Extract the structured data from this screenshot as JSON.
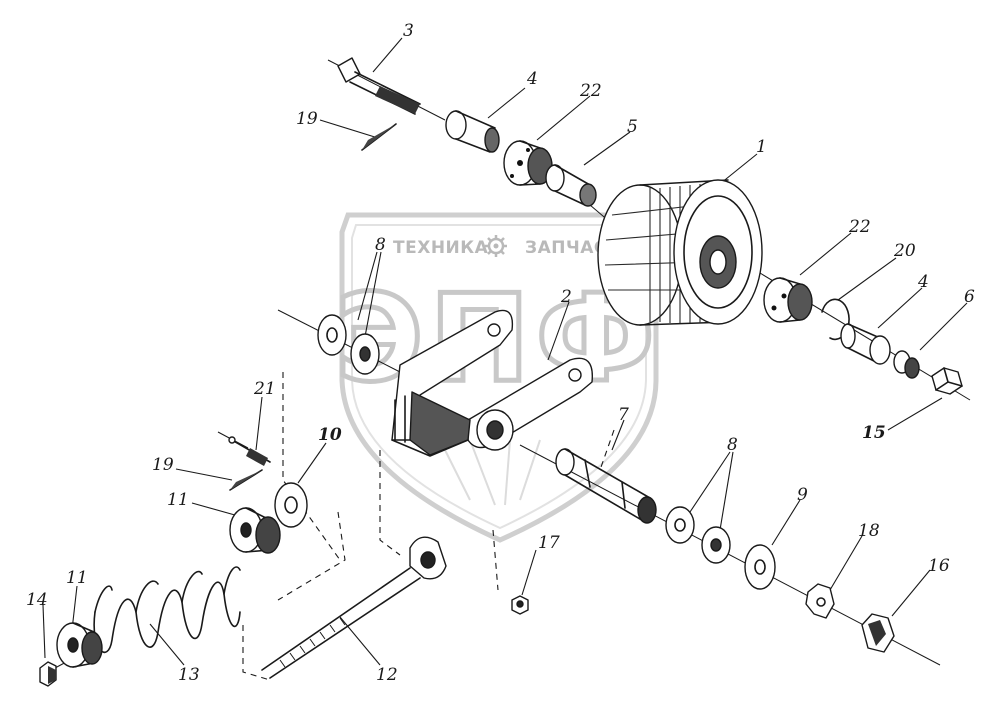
{
  "watermark": {
    "left_text": "ТЕХНИКА",
    "right_text": "ЗАПЧАСТИ",
    "logo_letters": "ЭПФ",
    "emblem": "gear-emblem"
  },
  "callouts": [
    {
      "id": "c3",
      "label": "3"
    },
    {
      "id": "c19a",
      "label": "19"
    },
    {
      "id": "c4a",
      "label": "4"
    },
    {
      "id": "c22a",
      "label": "22"
    },
    {
      "id": "c5",
      "label": "5"
    },
    {
      "id": "c1",
      "label": "1"
    },
    {
      "id": "c22b",
      "label": "22"
    },
    {
      "id": "c20",
      "label": "20"
    },
    {
      "id": "c4b",
      "label": "4"
    },
    {
      "id": "c6",
      "label": "6"
    },
    {
      "id": "c15",
      "label": "15"
    },
    {
      "id": "c8a",
      "label": "8"
    },
    {
      "id": "c2",
      "label": "2"
    },
    {
      "id": "c21",
      "label": "21"
    },
    {
      "id": "c10",
      "label": "10"
    },
    {
      "id": "c19b",
      "label": "19"
    },
    {
      "id": "c11a",
      "label": "11"
    },
    {
      "id": "c7",
      "label": "7"
    },
    {
      "id": "c8b",
      "label": "8"
    },
    {
      "id": "c9",
      "label": "9"
    },
    {
      "id": "c18",
      "label": "18"
    },
    {
      "id": "c17",
      "label": "17"
    },
    {
      "id": "c16",
      "label": "16"
    },
    {
      "id": "c11b",
      "label": "11"
    },
    {
      "id": "c14",
      "label": "14"
    },
    {
      "id": "c13",
      "label": "13"
    },
    {
      "id": "c12",
      "label": "12"
    }
  ]
}
